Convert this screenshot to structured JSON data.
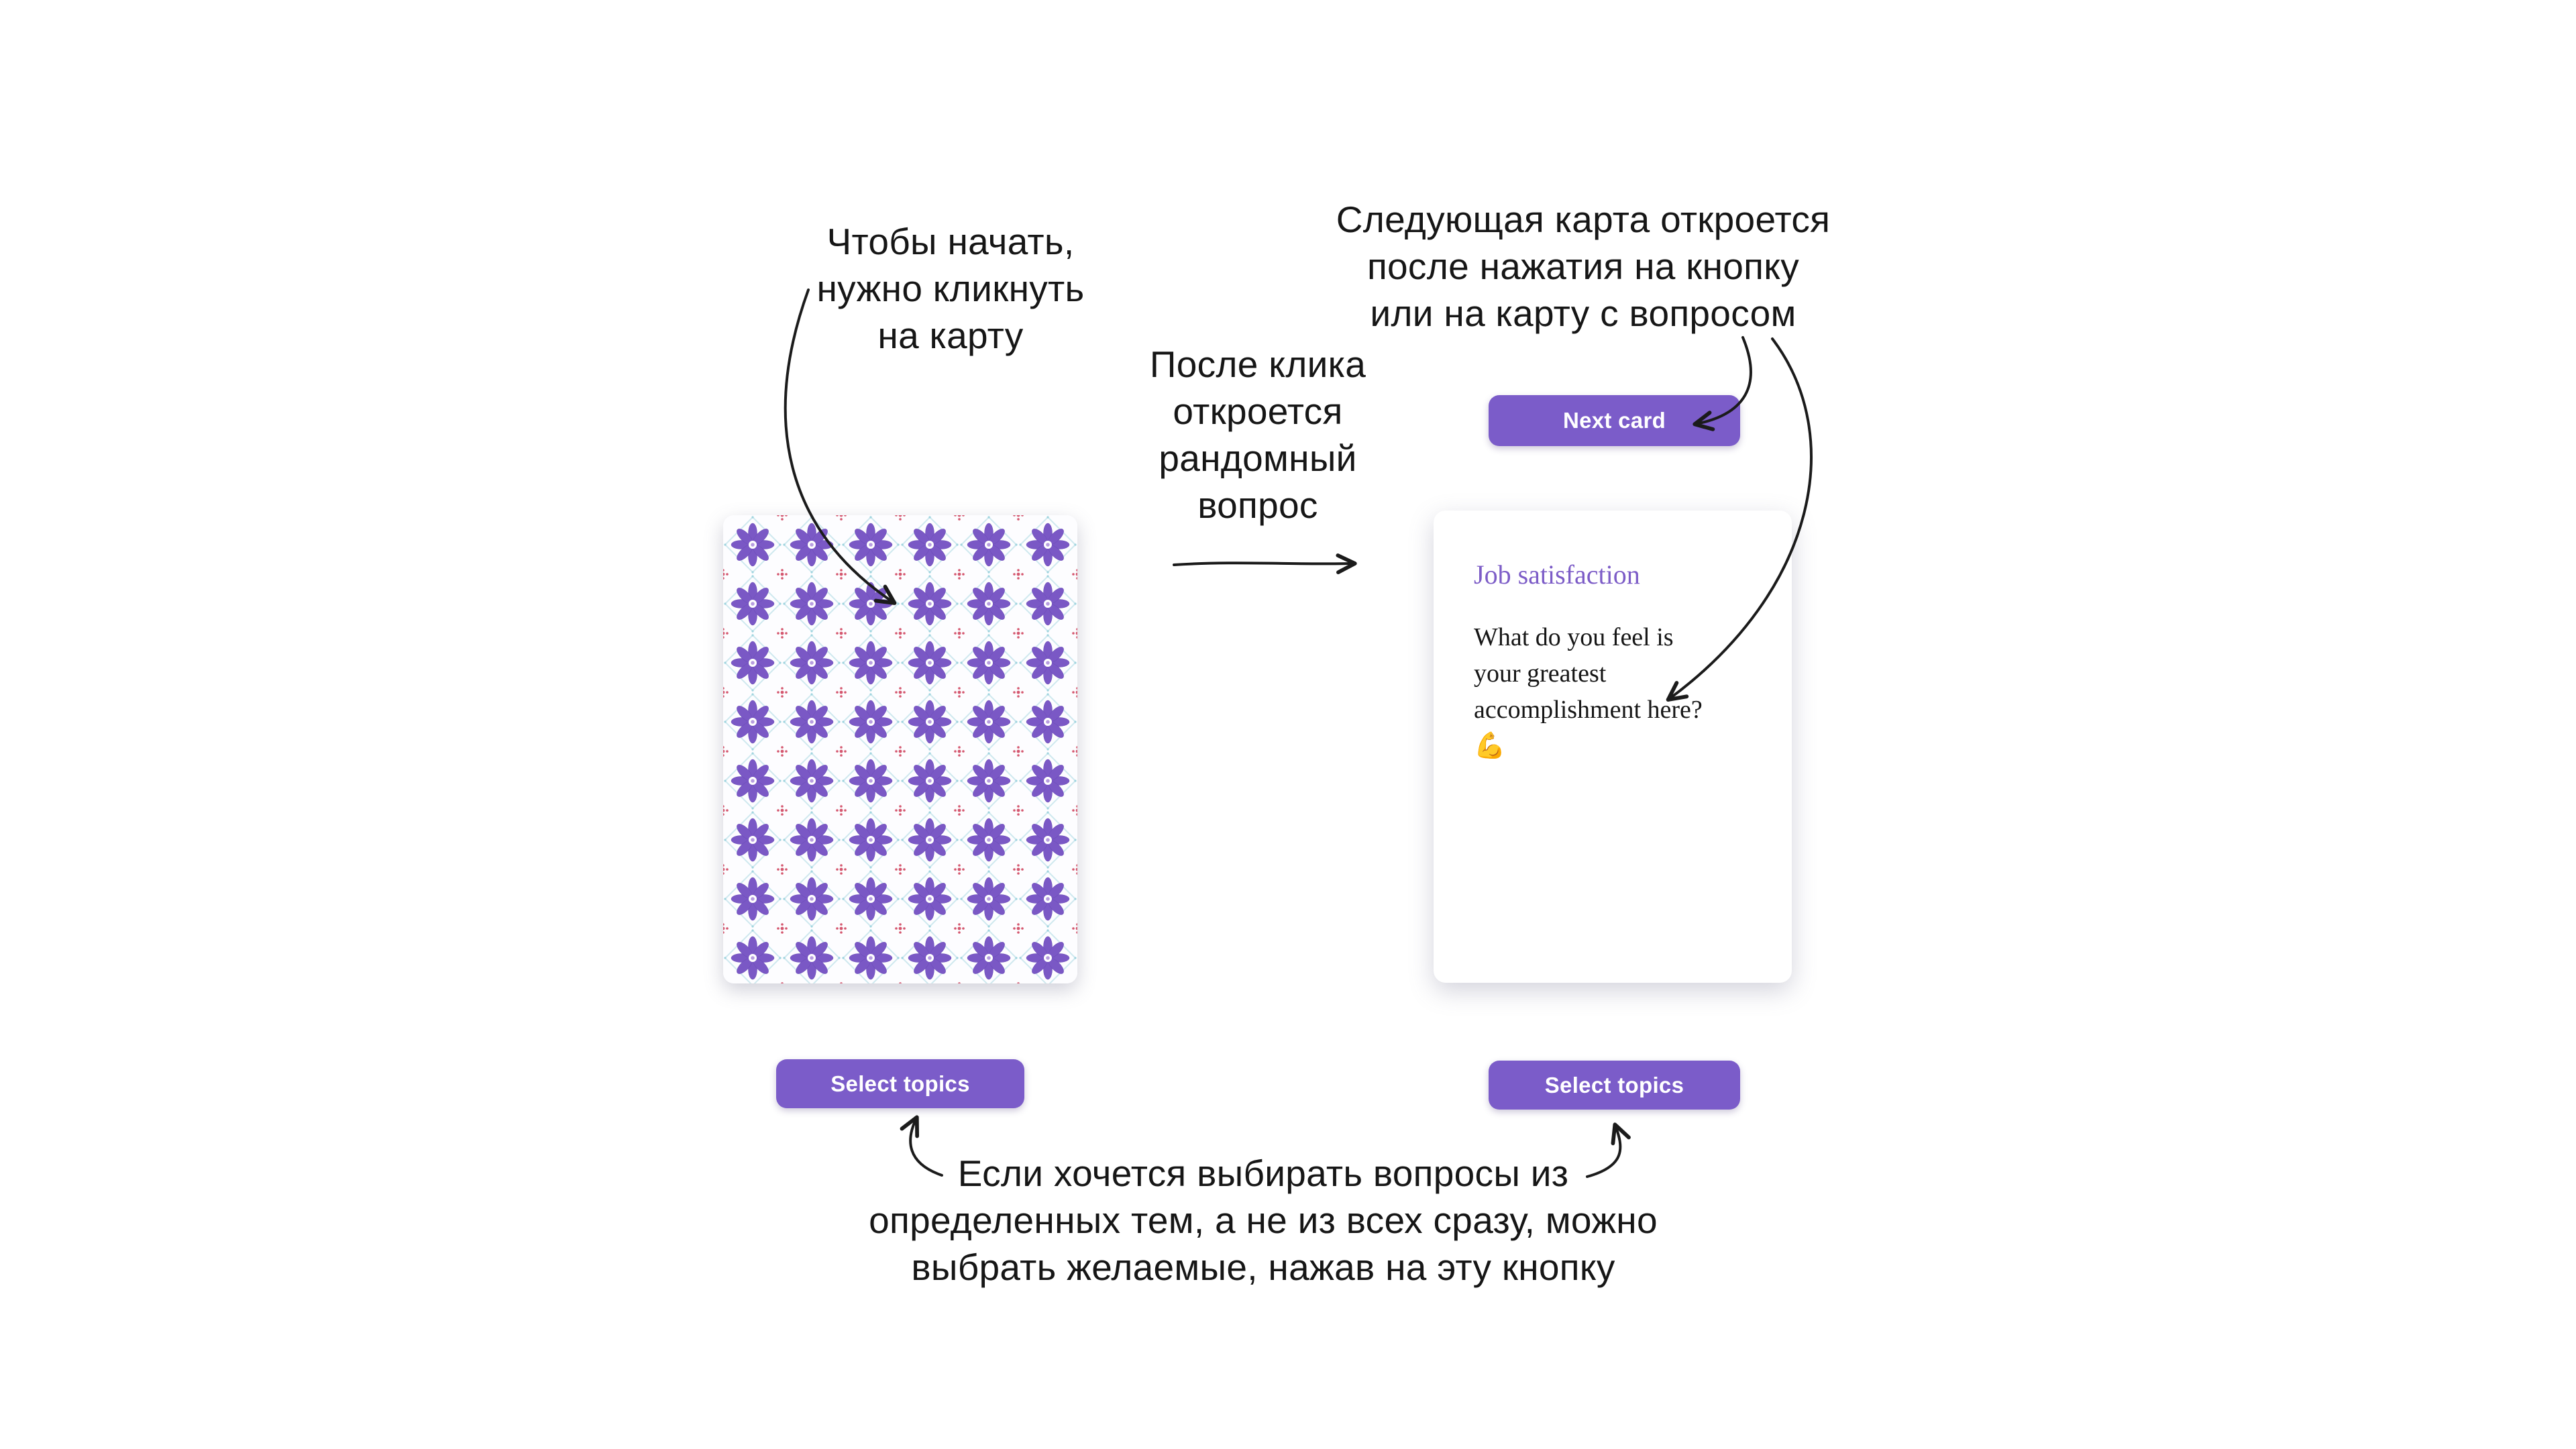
{
  "theme": {
    "background": "#ffffff",
    "accent_purple": "#7b5cc9",
    "card_topic_color": "#7c5cc7",
    "annotation_text_color": "#161616",
    "pattern_flower_color": "#7a58c5",
    "pattern_accent_red": "#d4566e",
    "pattern_lattice_blue": "#cfe9ef"
  },
  "annotations": {
    "click_card": "Чтобы начать,\nнужно кликнуть\nна карту",
    "random_question": "После клика\nоткроется\nрандомный\nвопрос",
    "next_card": "Следующая карта откроется\nпосле нажатия на кнопку\nили на карту с вопросом",
    "select_topics": "Если хочется выбирать вопросы из\nопределенных тем, а не из всех сразу, можно\nвыбрать желаемые, нажав на эту кнопку"
  },
  "buttons": {
    "next_card": "Next card",
    "select_topics": "Select topics"
  },
  "question_card": {
    "topic": "Job satisfaction",
    "question": "What do you feel is your greatest accomplishment here? 💪"
  },
  "icons": {
    "arrows": [
      "arrow-to-card-back-icon",
      "arrow-random-question-icon",
      "arrow-to-next-card-button-icon",
      "arrow-to-question-card-icon",
      "arrow-to-select-topics-left-icon",
      "arrow-to-select-topics-right-icon"
    ]
  }
}
